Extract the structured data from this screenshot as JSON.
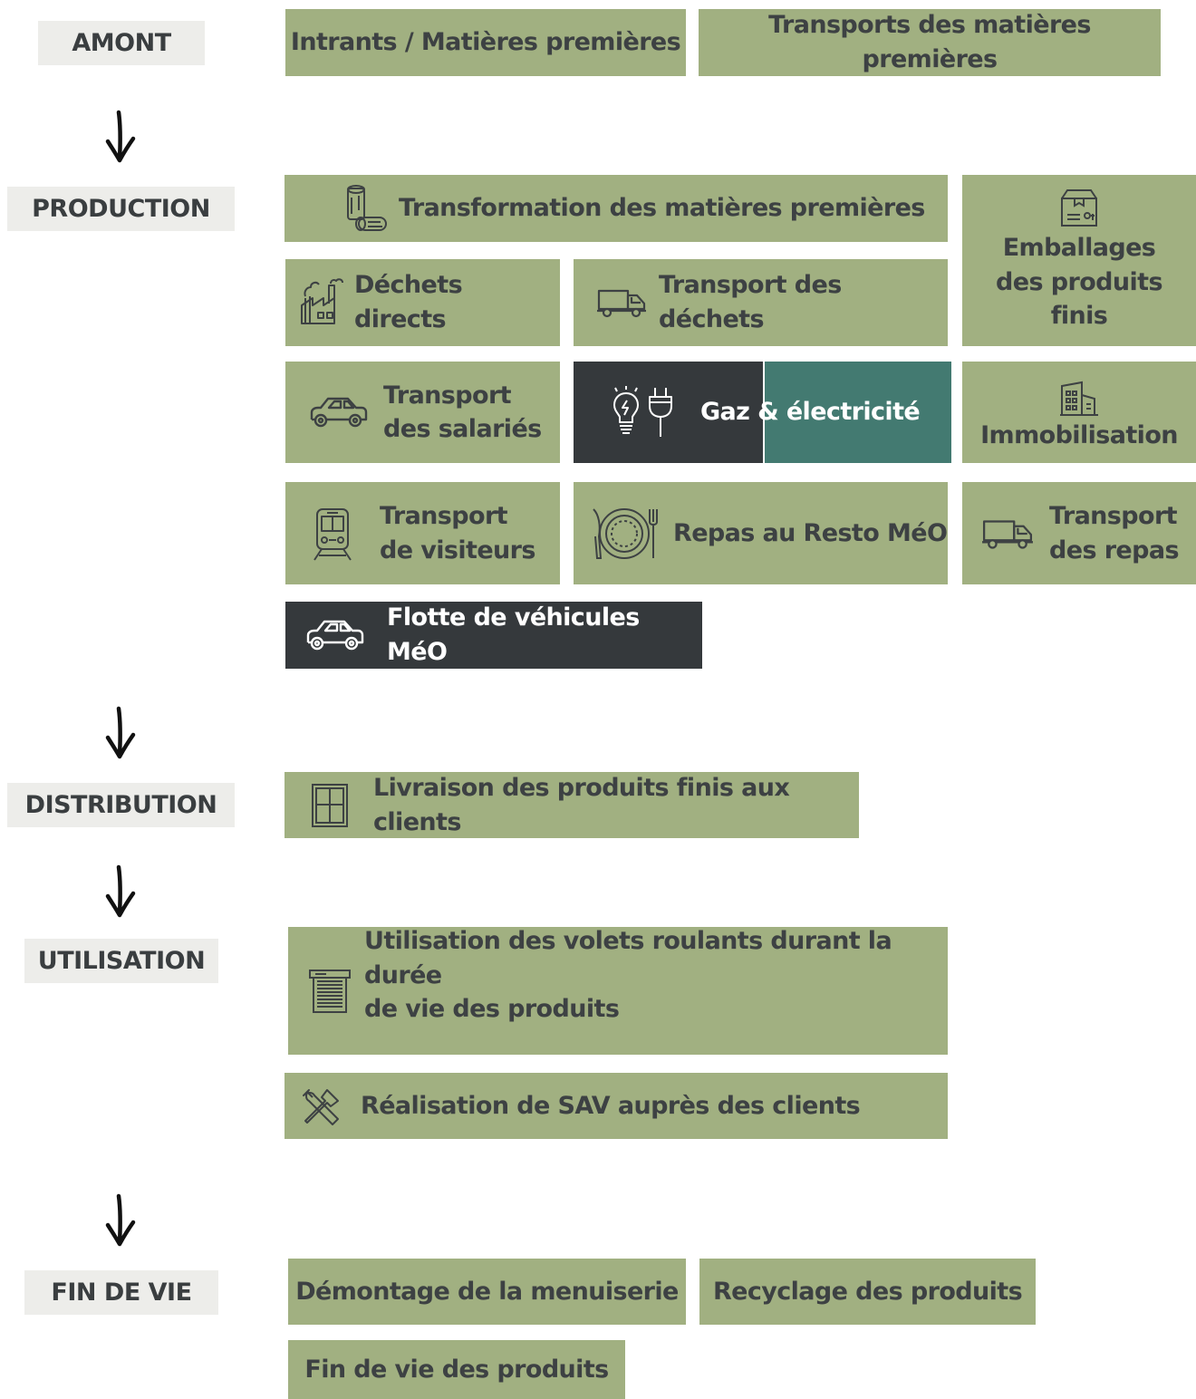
{
  "stages": {
    "amont": "AMONT",
    "production": "PRODUCTION",
    "distribution": "DISTRIBUTION",
    "utilisation": "UTILISATION",
    "fin_de_vie": "FIN DE VIE"
  },
  "amont": {
    "intrants": "Intrants / Matières premières",
    "transports_mp": "Transports des matières premières"
  },
  "production": {
    "transformation": "Transformation des matières premières",
    "emballages": "Emballages\ndes produits\nfinis",
    "dechets_directs": "Déchets directs",
    "transport_dechets": "Transport des déchets",
    "transport_salaries": "Transport\ndes salariés",
    "gaz_electricite": "Gaz & électricité",
    "immobilisation": "Immobilisation",
    "transport_visiteurs": "Transport\nde visiteurs",
    "repas": "Repas au Resto MéO",
    "transport_repas": "Transport\ndes repas",
    "flotte": "Flotte de véhicules MéO"
  },
  "distribution": {
    "livraison": "Livraison des produits finis aux clients"
  },
  "utilisation": {
    "volets": "Utilisation des volets roulants durant la durée\nde vie des produits",
    "sav": "Réalisation de SAV auprès des clients"
  },
  "fin_de_vie": {
    "demontage": "Démontage de la menuiserie",
    "recyclage": "Recyclage des produits",
    "fin_vie_produits": "Fin de vie des produits"
  },
  "colors": {
    "box": "#a1b081",
    "dark": "#35393c",
    "teal": "#437a71",
    "stage_bg": "#ededea",
    "text": "#3d4143"
  },
  "icons": [
    "logs-icon",
    "package-icon",
    "factory-icon",
    "truck-icon",
    "car-icon",
    "bulb-icon",
    "plug-icon",
    "building-icon",
    "train-icon",
    "plate-icon",
    "window-icon",
    "shutter-icon",
    "tools-icon",
    "arrow-down-icon"
  ]
}
